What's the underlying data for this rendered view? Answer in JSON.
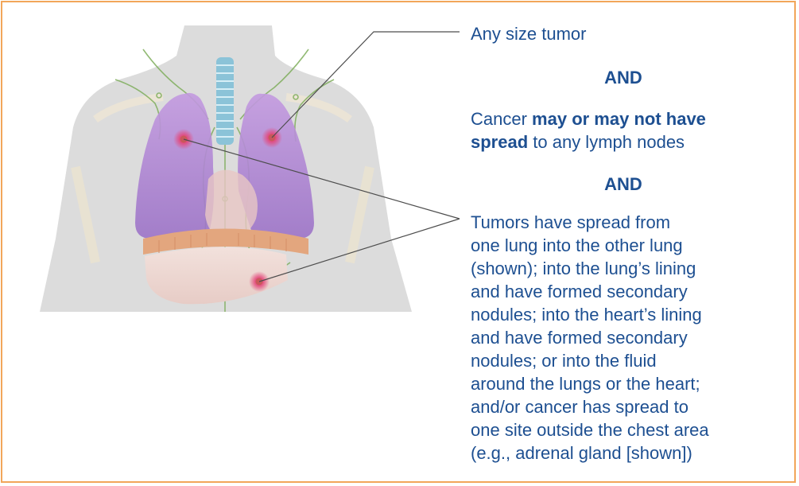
{
  "annotations": {
    "tumor_size": "Any size tumor",
    "and_1": "AND",
    "lymph_prefix": "Cancer ",
    "lymph_bold_1": "may or may not have",
    "lymph_bold_2": "spread",
    "lymph_suffix": " to any lymph nodes",
    "and_2": "AND",
    "spread_lines": [
      "Tumors have spread from",
      "one lung into the other lung",
      "(shown); into the lung’s lining",
      "and have formed secondary",
      "nodules; into the heart’s lining",
      "and have formed secondary",
      "nodules; or into the fluid",
      "around the lungs or the heart;",
      "and/or cancer has spread to",
      "one site outside the chest area",
      "(e.g., adrenal gland [shown])"
    ]
  },
  "colors": {
    "text": "#1d4f91",
    "border": "#f2a65a",
    "tumor": "#e4467a",
    "lung": "#b286d4",
    "lymph": "#7fae5c"
  }
}
